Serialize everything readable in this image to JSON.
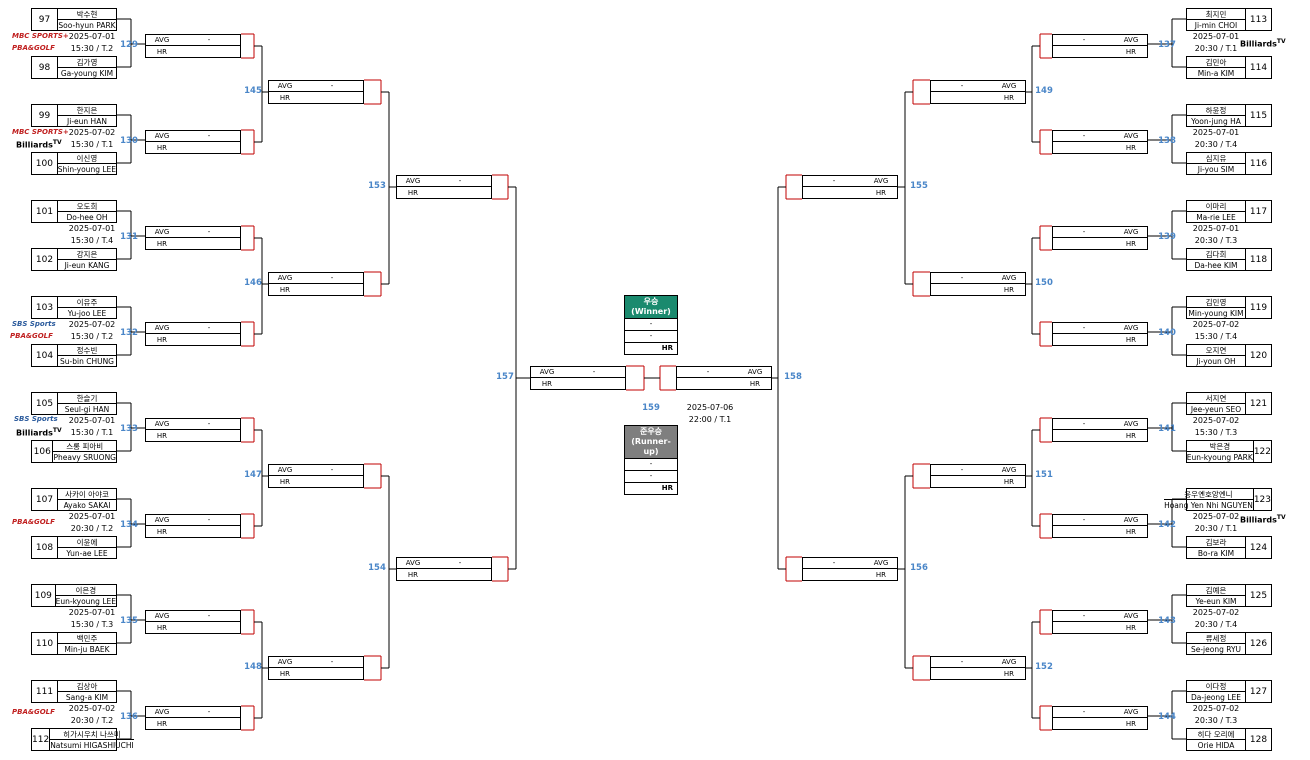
{
  "players": [
    {
      "seed": "97",
      "kr": "박수현",
      "en": "Soo-hyun PARK"
    },
    {
      "seed": "98",
      "kr": "김가영",
      "en": "Ga-young KIM"
    },
    {
      "seed": "99",
      "kr": "한지은",
      "en": "Ji-eun HAN"
    },
    {
      "seed": "100",
      "kr": "이신영",
      "en": "Shin-young LEE"
    },
    {
      "seed": "101",
      "kr": "오도희",
      "en": "Do-hee OH"
    },
    {
      "seed": "102",
      "kr": "강지은",
      "en": "Ji-eun KANG"
    },
    {
      "seed": "103",
      "kr": "이유주",
      "en": "Yu-joo LEE"
    },
    {
      "seed": "104",
      "kr": "정수빈",
      "en": "Su-bin CHUNG"
    },
    {
      "seed": "105",
      "kr": "한슬기",
      "en": "Seul-gi HAN"
    },
    {
      "seed": "106",
      "kr": "스롱 피아비",
      "en": "Pheavy SRUONG"
    },
    {
      "seed": "107",
      "kr": "사카이 아야코",
      "en": "Ayako SAKAI"
    },
    {
      "seed": "108",
      "kr": "이윤에",
      "en": "Yun-ae LEE"
    },
    {
      "seed": "109",
      "kr": "이은경",
      "en": "Eun-kyoung LEE"
    },
    {
      "seed": "110",
      "kr": "백민주",
      "en": "Min-ju BAEK"
    },
    {
      "seed": "111",
      "kr": "김상아",
      "en": "Sang-a KIM"
    },
    {
      "seed": "112",
      "kr": "히가시우치 나쓰미",
      "en": "Natsumi HIGASHIUCHI"
    },
    {
      "seed": "113",
      "kr": "최지민",
      "en": "Ji-min CHOI"
    },
    {
      "seed": "114",
      "kr": "김민아",
      "en": "Min-a KIM"
    },
    {
      "seed": "115",
      "kr": "하윤정",
      "en": "Yoon-jung HA"
    },
    {
      "seed": "116",
      "kr": "심지유",
      "en": "Ji-you SIM"
    },
    {
      "seed": "117",
      "kr": "이마리",
      "en": "Ma-rie LEE"
    },
    {
      "seed": "118",
      "kr": "김다희",
      "en": "Da-hee KIM"
    },
    {
      "seed": "119",
      "kr": "김민영",
      "en": "Min-young KIM"
    },
    {
      "seed": "120",
      "kr": "오지연",
      "en": "Ji-youn OH"
    },
    {
      "seed": "121",
      "kr": "서지연",
      "en": "Jee-yeun SEO"
    },
    {
      "seed": "122",
      "kr": "박은경",
      "en": "Eun-kyoung PARK"
    },
    {
      "seed": "123",
      "kr": "응우옌호앙옌니",
      "en": "Hoang Yen Nhi NGUYEN"
    },
    {
      "seed": "124",
      "kr": "김보라",
      "en": "Bo-ra KIM"
    },
    {
      "seed": "125",
      "kr": "김예은",
      "en": "Ye-eun KIM"
    },
    {
      "seed": "126",
      "kr": "류세정",
      "en": "Se-jeong RYU"
    },
    {
      "seed": "127",
      "kr": "이다정",
      "en": "Da-jeong LEE"
    },
    {
      "seed": "128",
      "kr": "히다 오리에",
      "en": "Orie HIDA"
    }
  ],
  "r1": [
    {
      "no": "129",
      "date": "2025-07-01",
      "time": "15:30 / T.2"
    },
    {
      "no": "130",
      "date": "2025-07-02",
      "time": "15:30 / T.1"
    },
    {
      "no": "131",
      "date": "2025-07-01",
      "time": "15:30 / T.4"
    },
    {
      "no": "132",
      "date": "2025-07-02",
      "time": "15:30 / T.2"
    },
    {
      "no": "133",
      "date": "2025-07-01",
      "time": "15:30 / T.1"
    },
    {
      "no": "134",
      "date": "2025-07-01",
      "time": "20:30 / T.2"
    },
    {
      "no": "135",
      "date": "2025-07-01",
      "time": "15:30 / T.3"
    },
    {
      "no": "136",
      "date": "2025-07-02",
      "time": "20:30 / T.2"
    },
    {
      "no": "137",
      "date": "2025-07-01",
      "time": "20:30 / T.1"
    },
    {
      "no": "138",
      "date": "2025-07-01",
      "time": "20:30 / T.4"
    },
    {
      "no": "139",
      "date": "2025-07-01",
      "time": "20:30 / T.3"
    },
    {
      "no": "140",
      "date": "2025-07-02",
      "time": "15:30 / T.4"
    },
    {
      "no": "141",
      "date": "2025-07-02",
      "time": "15:30 / T.3"
    },
    {
      "no": "142",
      "date": "2025-07-02",
      "time": "20:30 / T.1"
    },
    {
      "no": "143",
      "date": "2025-07-02",
      "time": "20:30 / T.4"
    },
    {
      "no": "144",
      "date": "2025-07-02",
      "time": "20:30 / T.3"
    }
  ],
  "r2": [
    "145",
    "146",
    "147",
    "148",
    "149",
    "150",
    "151",
    "152"
  ],
  "r3": [
    "153",
    "154",
    "155",
    "156"
  ],
  "semi": [
    "157",
    "158"
  ],
  "final": {
    "no": "159",
    "date": "2025-07-06",
    "time": "22:00 / T.1"
  },
  "labels": {
    "avg": "AVG",
    "hr": "HR",
    "dash": "-"
  },
  "winner": {
    "title": "우승",
    "sub": "(Winner)",
    "color": "#1a8a6e"
  },
  "runnerup": {
    "title": "준우승",
    "sub": "(Runner-up)",
    "color": "#7f7f7f"
  },
  "logos": {
    "mbc": "MBC SPORTS+",
    "pba": "PBA&GOLF",
    "bill": "Billiards",
    "tv": "TV",
    "sbs": "SBS Sports"
  },
  "colors": {
    "line": "#000000",
    "redline": "#c00000",
    "matchnum": "#4a86c8"
  }
}
